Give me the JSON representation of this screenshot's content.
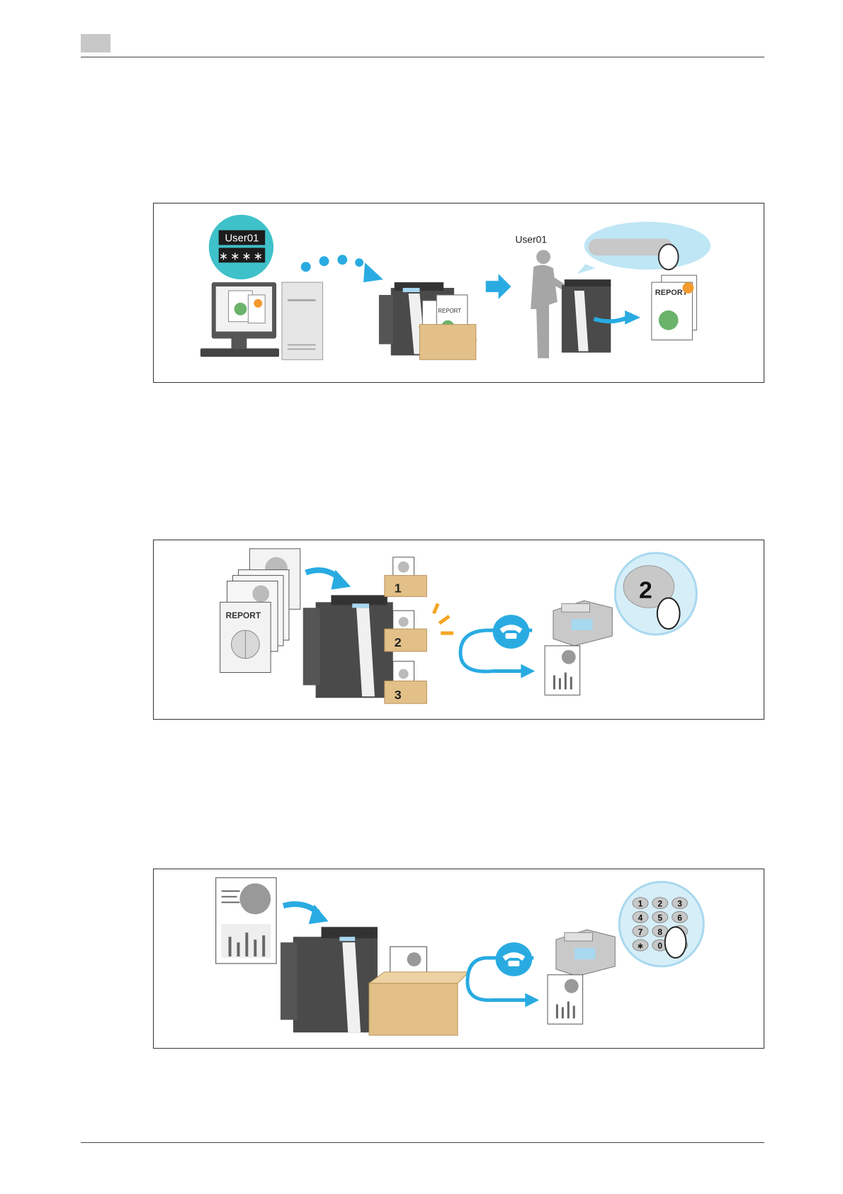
{
  "figure_1": {
    "user_label": "User01",
    "login_name": "User01",
    "login_password": "∗∗∗∗",
    "doc_label": "REPORT"
  },
  "figure_2": {
    "doc_label": "REPORT",
    "box_numbers": [
      "1",
      "2",
      "3"
    ],
    "key_digit": "2"
  },
  "figure_3": {
    "keypad_keys": [
      "1",
      "2",
      "3",
      "4",
      "5",
      "6",
      "7",
      "8",
      "9",
      "∗",
      "0",
      "#"
    ]
  },
  "colors": {
    "accent": "#29abe2",
    "teal": "#3fc1c9",
    "box": "#e2c088",
    "machine_dark": "#4a4a4a"
  }
}
